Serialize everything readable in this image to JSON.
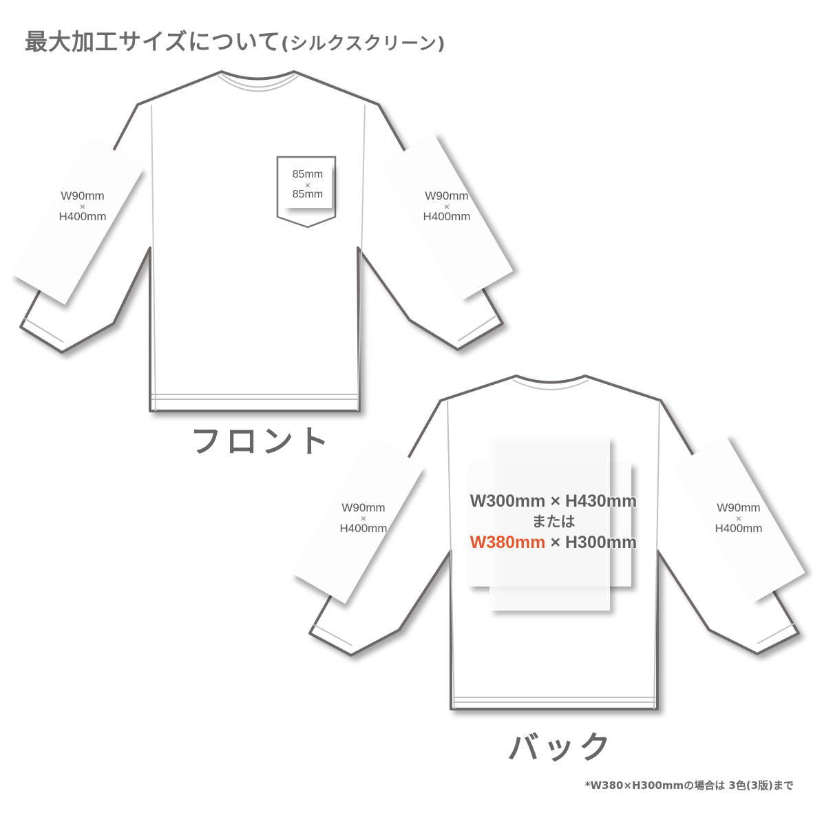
{
  "header": {
    "title": "最大加工サイズについて",
    "subtitle": "(シルクスクリーン)"
  },
  "front": {
    "label": "フロント",
    "left_sleeve": {
      "w": "W90mm",
      "x": "×",
      "h": "H400mm"
    },
    "pocket": {
      "w": "85mm",
      "x": "×",
      "h": "85mm"
    },
    "right_sleeve": {
      "w": "W90mm",
      "x": "×",
      "h": "H400mm"
    }
  },
  "back": {
    "label": "バック",
    "left_sleeve": {
      "w": "W90mm",
      "x": "×",
      "h": "H400mm"
    },
    "main": {
      "line1": "W300mm × H430mm",
      "or": "または",
      "line3_highlight": "W380mm",
      "line3_rest": " × H300mm"
    },
    "right_sleeve": {
      "w": "W90mm",
      "x": "×",
      "h": "H400mm"
    }
  },
  "footnote": "*W380×H300mmの場合は 3色(3版)まで",
  "colors": {
    "outline": "#6e6866",
    "text": "#666666",
    "accent": "#e8552a"
  }
}
